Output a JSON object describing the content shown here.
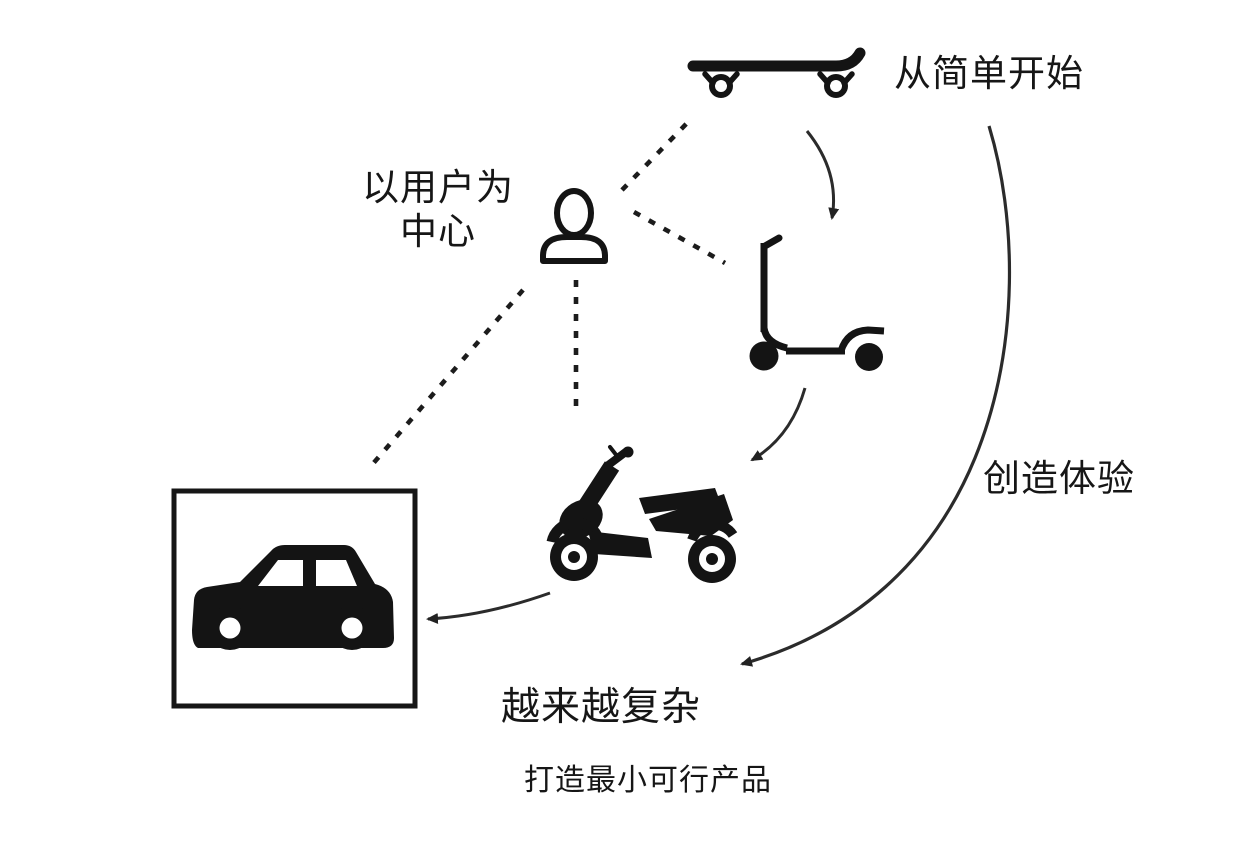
{
  "diagram_type": "mvp-progression-diagram",
  "colors": {
    "background": "#ffffff",
    "ink": "#141414",
    "arrow": "#2b2b2b",
    "text": "#161616"
  },
  "labels": {
    "start_simple": "从简单开始",
    "user_centered_line1": "以用户为",
    "user_centered_line2": "中心",
    "create_experience": "创造体验",
    "increasingly_complex": "越来越复杂",
    "caption": "打造最小可行产品"
  },
  "nodes": [
    {
      "id": "skateboard",
      "icon": "skateboard-icon"
    },
    {
      "id": "user",
      "icon": "person-icon"
    },
    {
      "id": "kick-scooter",
      "icon": "kick-scooter-icon"
    },
    {
      "id": "motor-scooter",
      "icon": "motor-scooter-icon"
    },
    {
      "id": "car",
      "icon": "car-icon",
      "boxed": true
    }
  ],
  "connections": [
    {
      "from": "skateboard",
      "to": "kick-scooter",
      "style": "curved-arrow"
    },
    {
      "from": "kick-scooter",
      "to": "motor-scooter",
      "style": "curved-arrow"
    },
    {
      "from": "motor-scooter",
      "to": "car",
      "style": "curved-arrow"
    },
    {
      "from": "skateboard",
      "to": "increasingly-complex",
      "style": "large-arc-arrow",
      "label": "创造体验"
    },
    {
      "from": "user",
      "to": "skateboard",
      "style": "dashed"
    },
    {
      "from": "user",
      "to": "kick-scooter",
      "style": "dashed"
    },
    {
      "from": "user",
      "to": "motor-scooter",
      "style": "dashed"
    },
    {
      "from": "user",
      "to": "car",
      "style": "dashed"
    }
  ]
}
